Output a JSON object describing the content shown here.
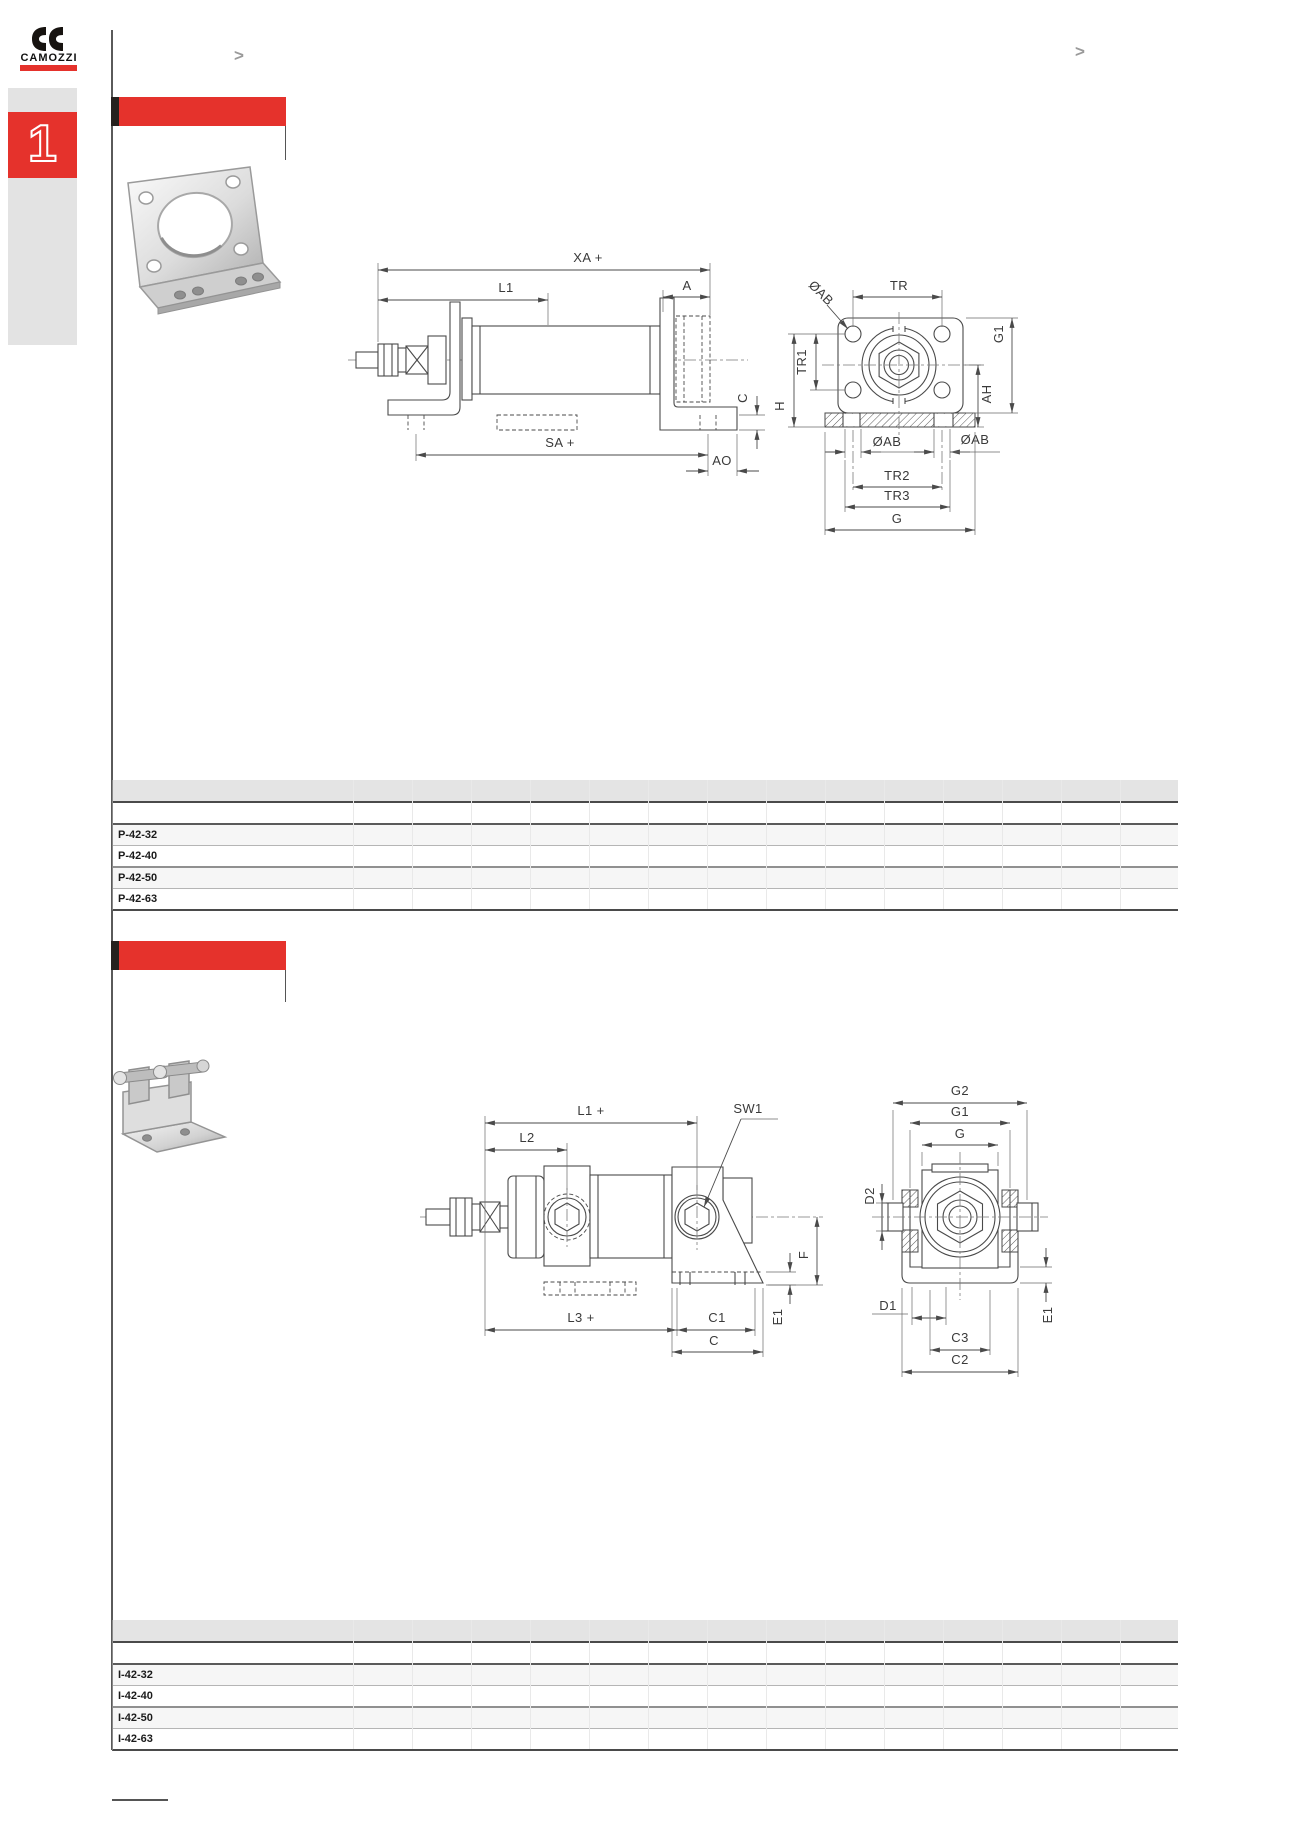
{
  "colors": {
    "accent_red": "#e5322c",
    "bar_black": "#26211e",
    "line_gray": "#4a4a4a",
    "table_header_gray": "#e4e4e4"
  },
  "header": {
    "brand": "CAMOZZI",
    "breadcrumb_left": ">",
    "breadcrumb_right": ">"
  },
  "sidebar": {
    "chapter": "1"
  },
  "s1": {
    "side": {
      "xa": "XA +",
      "l1": "L1",
      "a": "A",
      "sa": "SA +",
      "ao": "AO",
      "c": "C"
    },
    "front": {
      "oab_top": "ØAB",
      "tr": "TR",
      "tr1": "TR1",
      "h": "H",
      "ah": "AH",
      "g1": "G1",
      "oab_left": "ØAB",
      "oab_right": "ØAB",
      "tr2": "TR2",
      "tr3": "TR3",
      "g": "G"
    },
    "models": [
      "P-42-32",
      "P-42-40",
      "P-42-50",
      "P-42-63"
    ]
  },
  "s2": {
    "side": {
      "l1": "L1 +",
      "l2": "L2",
      "sw1": "SW1",
      "l3": "L3 +",
      "c1": "C1",
      "c": "C",
      "f": "F",
      "e1": "E1"
    },
    "front": {
      "g2": "G2",
      "g1": "G1",
      "g": "G",
      "d2": "D2",
      "d1": "D1",
      "c3": "C3",
      "c2": "C2",
      "e1": "E1"
    },
    "models": [
      "I-42-32",
      "I-42-40",
      "I-42-50",
      "I-42-63"
    ]
  }
}
